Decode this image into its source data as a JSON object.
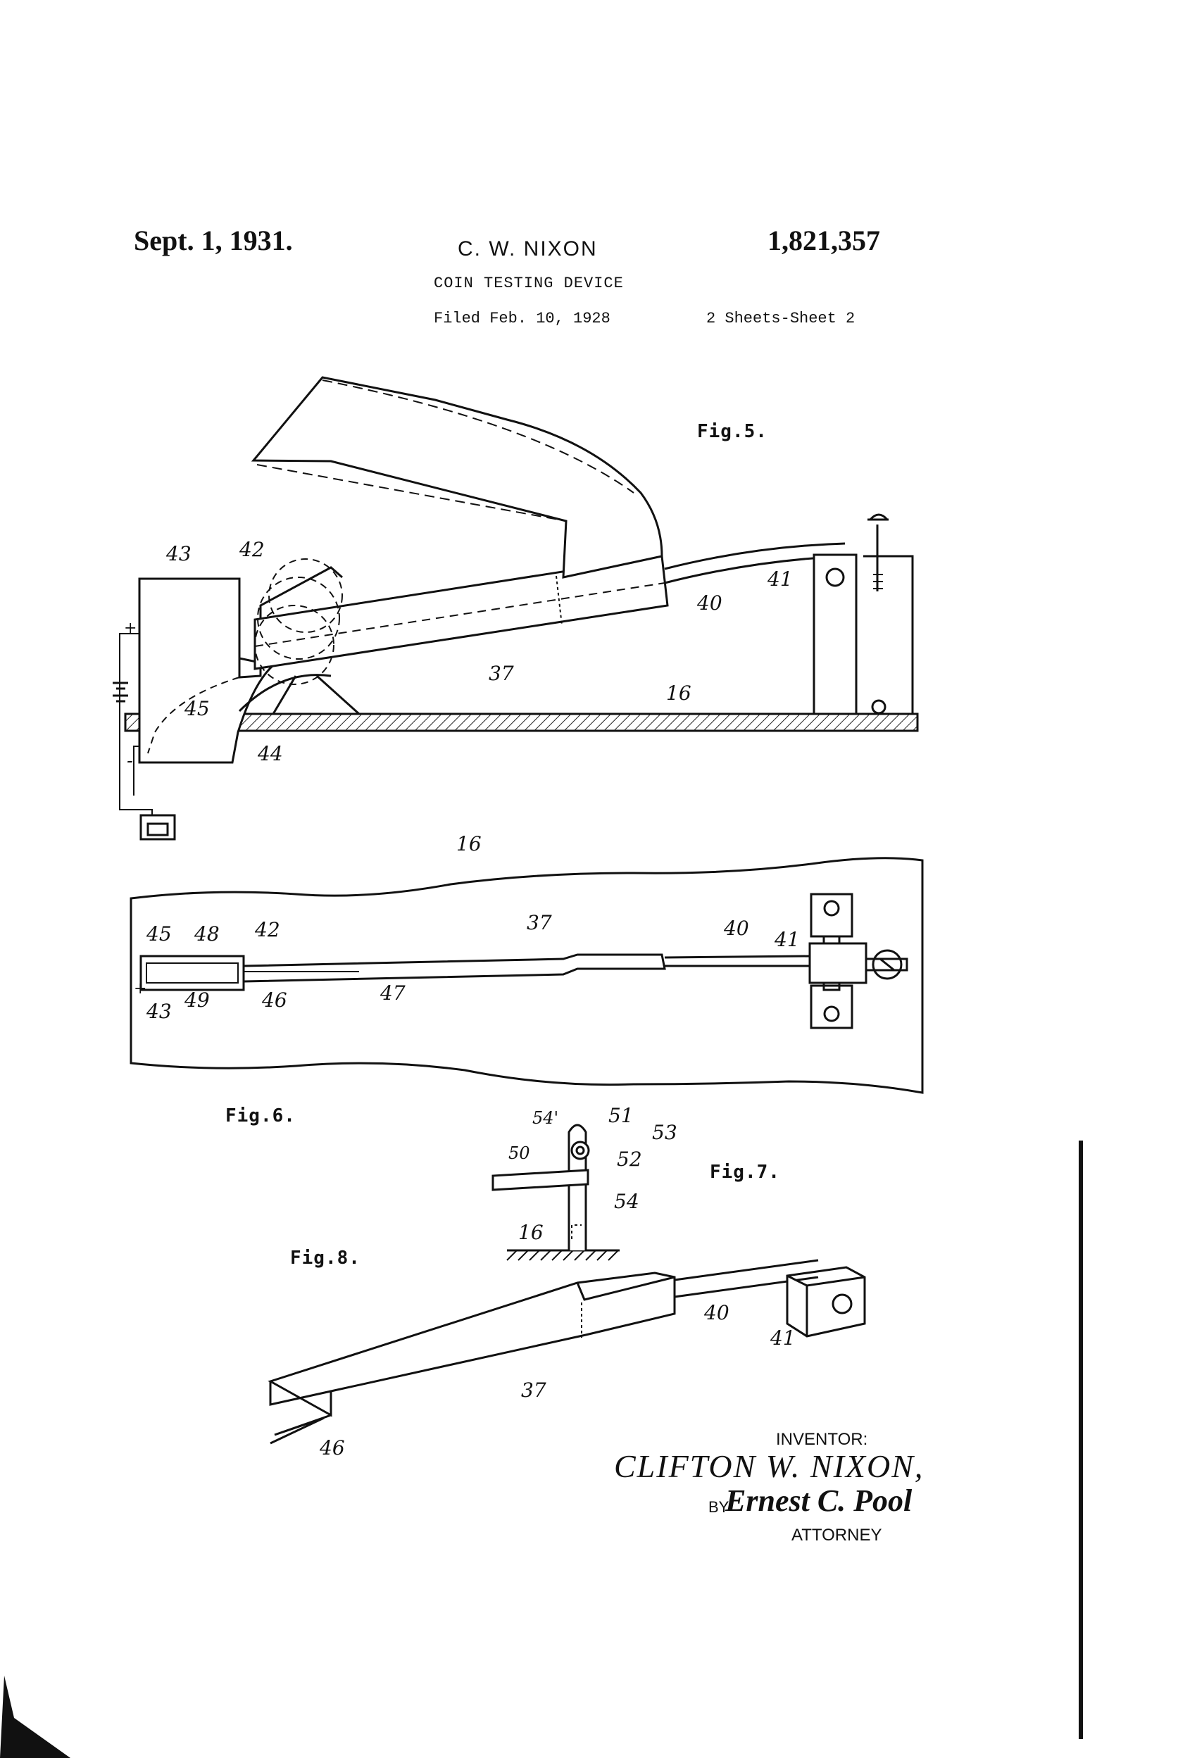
{
  "header": {
    "date": "Sept. 1, 1931.",
    "inventor": "C. W. NIXON",
    "patent_number": "1,821,357",
    "title": "COIN TESTING DEVICE",
    "filed": "Filed Feb. 10, 1928",
    "sheets": "2 Sheets-Sheet 2"
  },
  "figures": {
    "fig5": "Fig.5.",
    "fig6": "Fig.6.",
    "fig7": "Fig.7.",
    "fig8": "Fig.8."
  },
  "refs": {
    "r43a": "43",
    "r42a": "42",
    "r41a": "41",
    "r40a": "40",
    "r37a": "37",
    "r16a": "16",
    "r45a": "45",
    "r44a": "44",
    "r16b": "16",
    "r37b": "37",
    "r40b": "40",
    "r41b": "41",
    "r45b": "45",
    "r48": "48",
    "r42b": "42",
    "r43b": "43",
    "r49": "49",
    "r46a": "46",
    "r47": "47",
    "r54p": "54'",
    "r51": "51",
    "r53": "53",
    "r50": "50",
    "r52": "52",
    "r54": "54",
    "r16c": "16",
    "r40c": "40",
    "r41c": "41",
    "r37c": "37",
    "r46b": "46"
  },
  "polarity": {
    "plus": "+",
    "minus": "-"
  },
  "signature": {
    "inventor_label": "INVENTOR:",
    "inventor_name": "CLIFTON W. NIXON,",
    "by": "BY",
    "attorney_signature": "Ernest C. Pool",
    "attorney_label": "ATTORNEY"
  }
}
